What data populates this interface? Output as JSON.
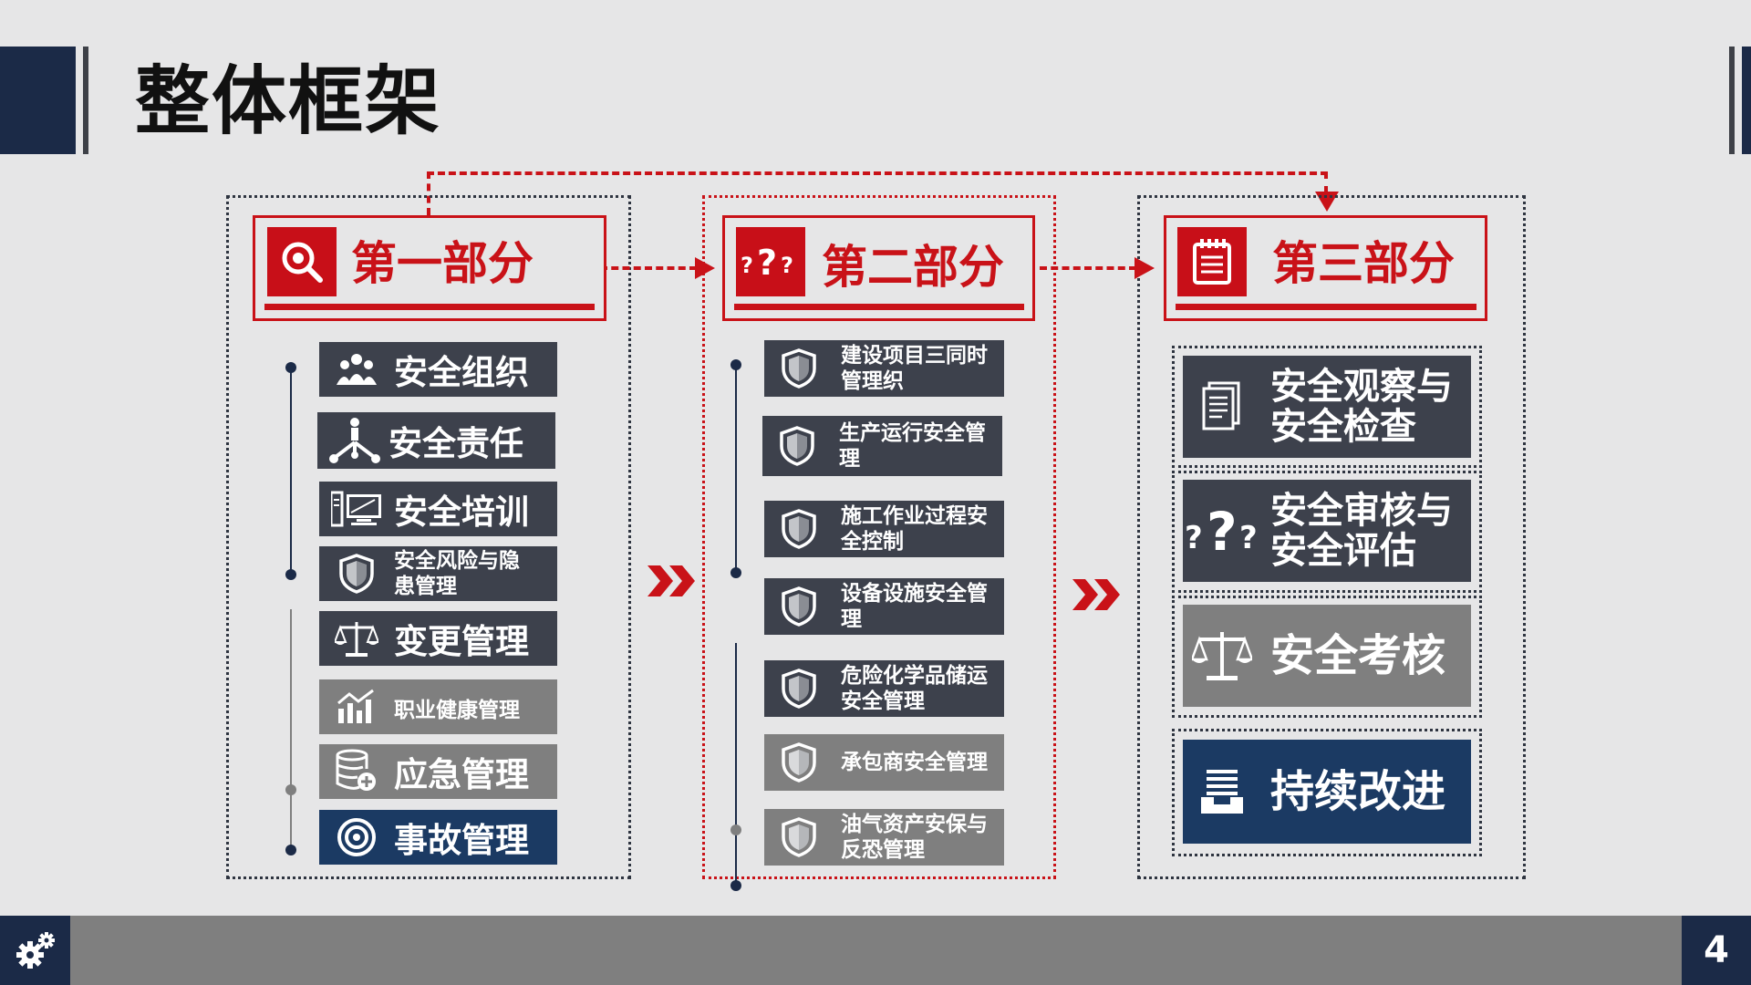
{
  "title": "整体框架",
  "page_number": "4",
  "colors": {
    "accent": "#c91218",
    "navy": "#1b2a47",
    "dark_item": "#3d414c",
    "gray_item": "#7f7f7f",
    "blue_item": "#1b3a63"
  },
  "sections": [
    {
      "title": "第一部分",
      "icon": "target-search-icon",
      "items": [
        {
          "label": "安全组织",
          "icon": "people-icon"
        },
        {
          "label": "安全责任",
          "icon": "network-person-icon"
        },
        {
          "label": "安全培训",
          "icon": "computer-icon"
        },
        {
          "label": "安全风险与隐患管理",
          "icon": "shield-icon"
        },
        {
          "label": "变更管理",
          "icon": "scale-icon"
        },
        {
          "label": "职业健康管理",
          "icon": "chart-icon"
        },
        {
          "label": "应急管理",
          "icon": "database-add-icon"
        },
        {
          "label": "事故管理",
          "icon": "target-icon"
        }
      ]
    },
    {
      "title": "第二部分",
      "icon": "question-marks-icon",
      "items": [
        {
          "label": "建设项目三同时管理织",
          "icon": "shield-icon"
        },
        {
          "label": "生产运行安全管理",
          "icon": "shield-icon"
        },
        {
          "label": "施工作业过程安全控制",
          "icon": "shield-icon"
        },
        {
          "label": "设备设施安全管理",
          "icon": "shield-icon"
        },
        {
          "label": "危险化学品储运安全管理",
          "icon": "shield-icon"
        },
        {
          "label": "承包商安全管理",
          "icon": "shield-icon"
        },
        {
          "label": "油气资产安保与反恐管理",
          "icon": "shield-icon"
        }
      ]
    },
    {
      "title": "第三部分",
      "icon": "notepad-icon",
      "items": [
        {
          "label": "安全观察与安全检查",
          "icon": "document-icon"
        },
        {
          "label": "安全审核与安全评估",
          "icon": "question-marks-icon"
        },
        {
          "label": "安全考核",
          "icon": "scale-icon"
        },
        {
          "label": "持续改进",
          "icon": "inbox-stack-icon"
        }
      ]
    }
  ]
}
